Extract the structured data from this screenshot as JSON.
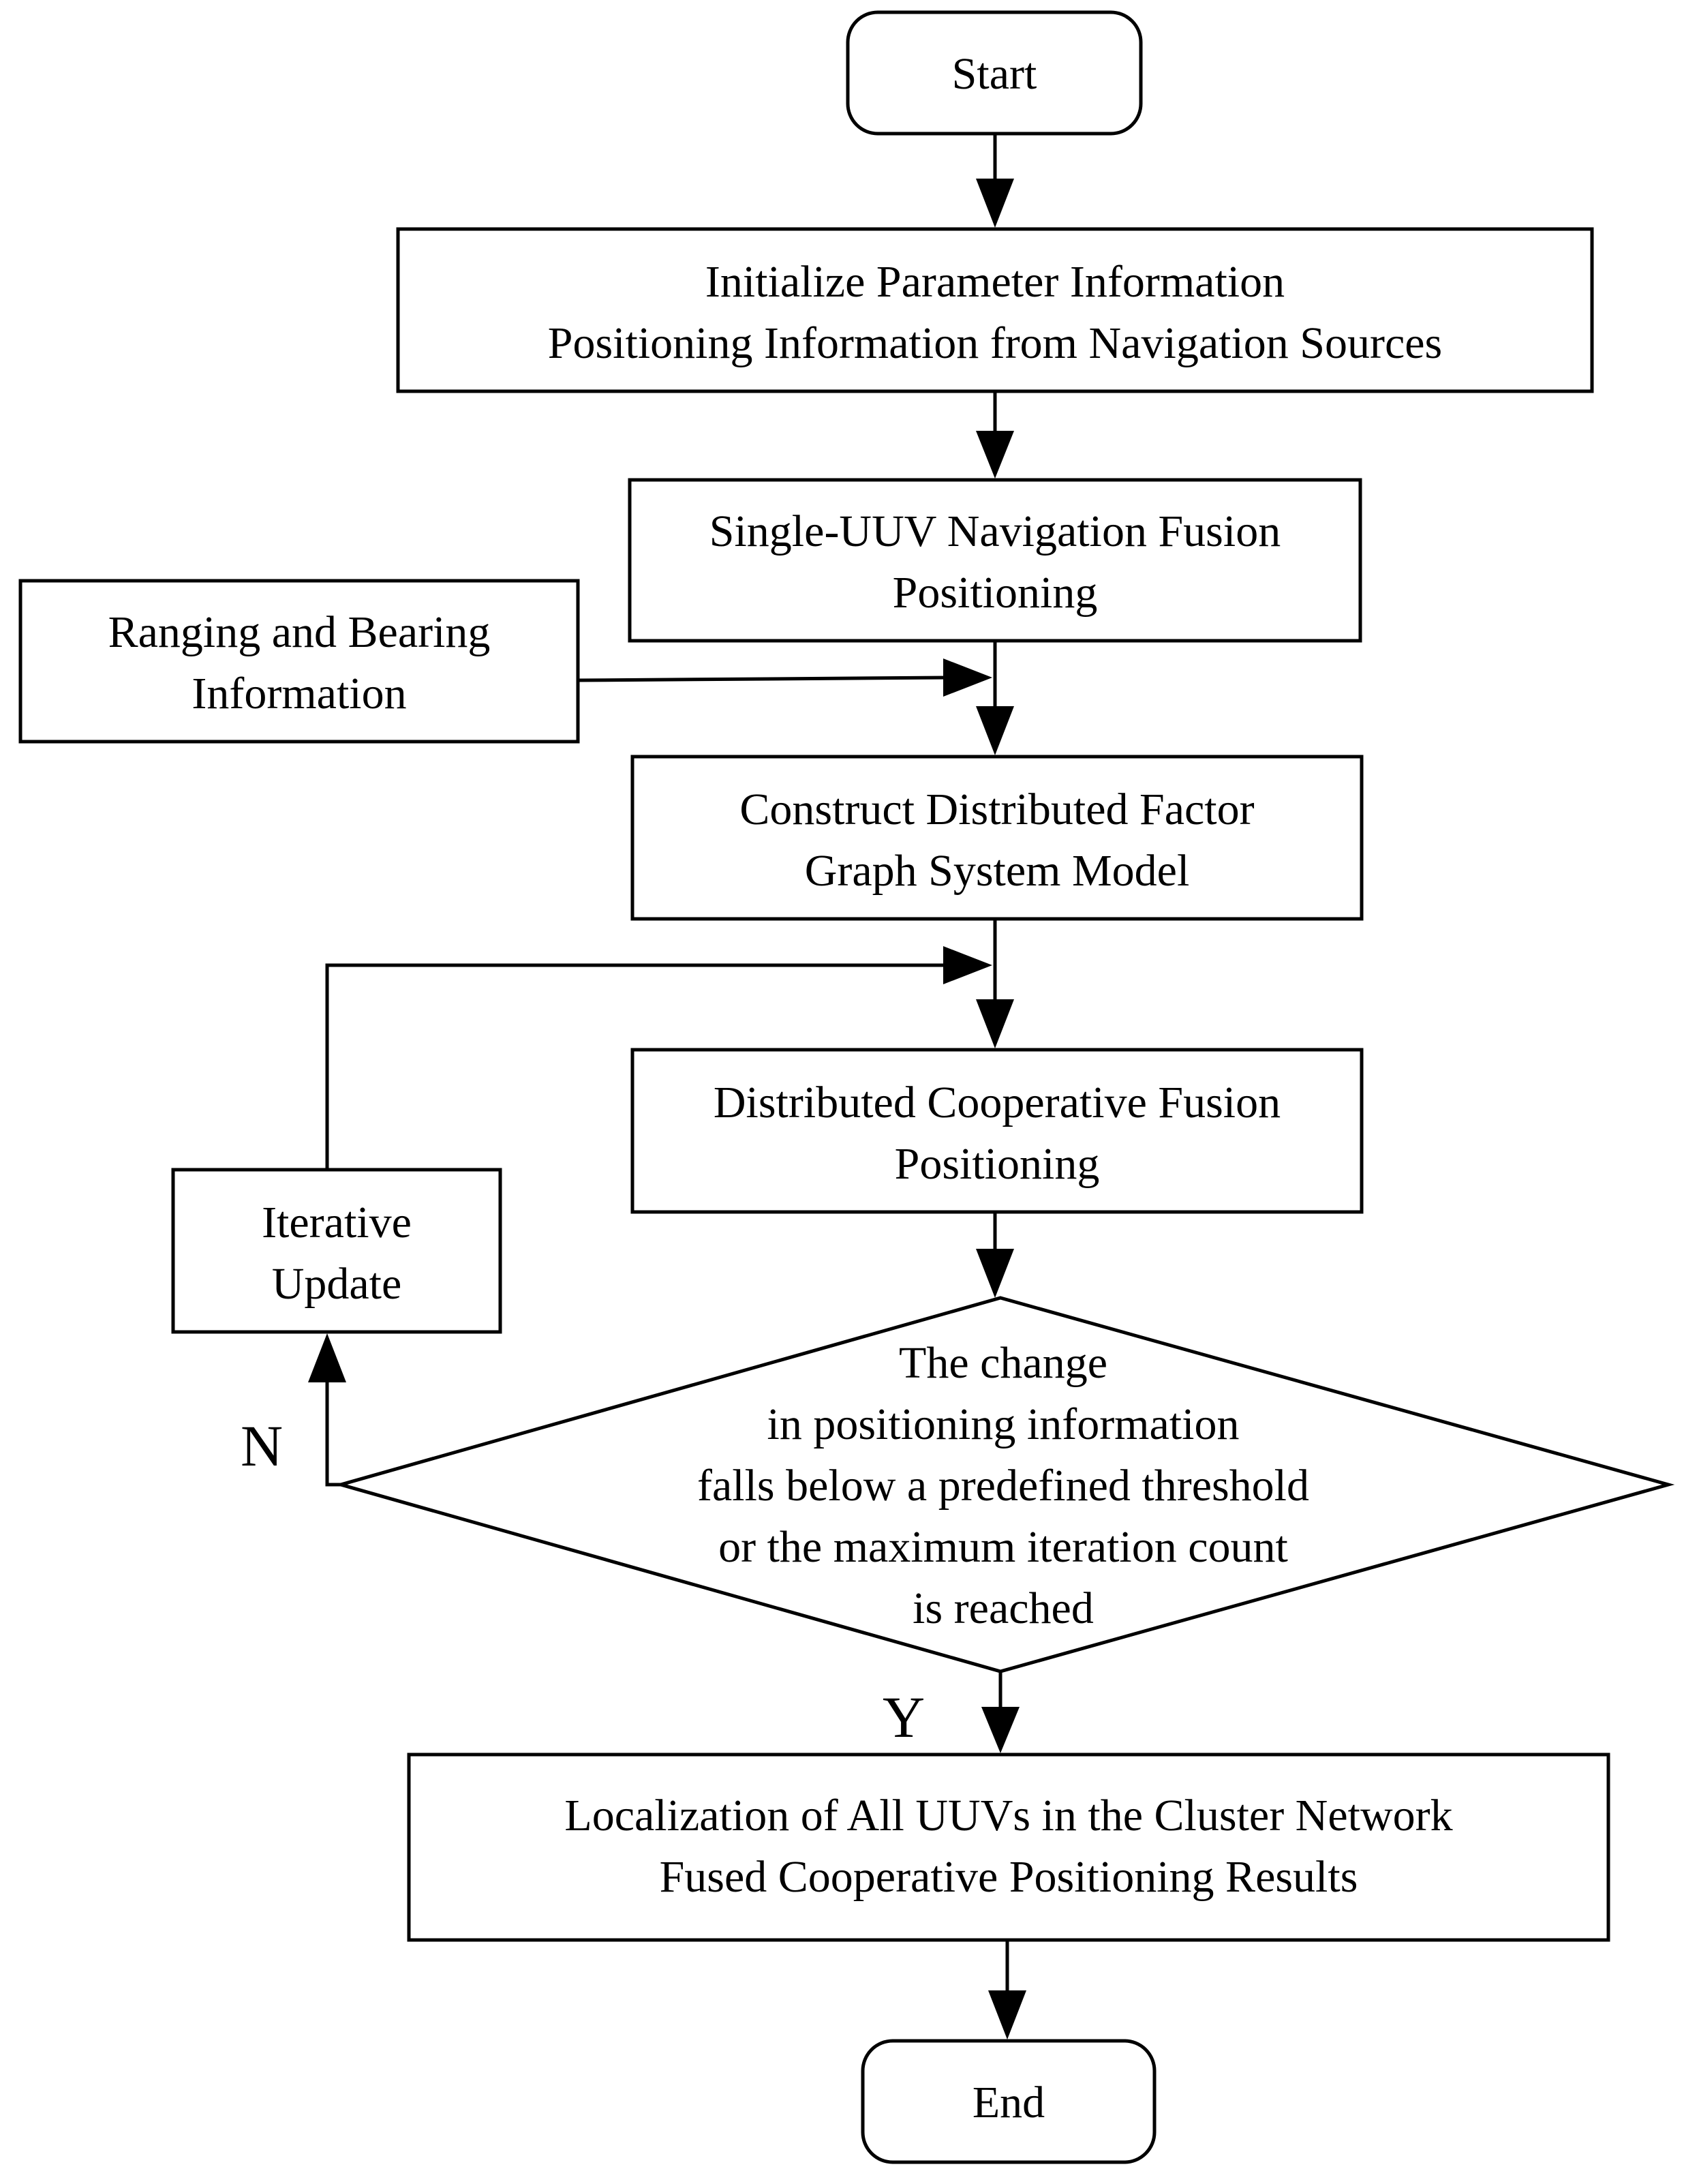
{
  "flowchart": {
    "start": {
      "label": "Start"
    },
    "init": {
      "line1": "Initialize Parameter Information",
      "line2": "Positioning Information from Navigation Sources"
    },
    "single_uuv": {
      "line1": "Single-UUV Navigation Fusion",
      "line2": "Positioning"
    },
    "ranging": {
      "line1": "Ranging and Bearing",
      "line2": "Information"
    },
    "construct": {
      "line1": "Construct Distributed Factor",
      "line2": "Graph System Model"
    },
    "cooperative": {
      "line1": "Distributed Cooperative Fusion",
      "line2": "Positioning"
    },
    "iterative": {
      "line1": "Iterative",
      "line2": "Update"
    },
    "decision": {
      "line1": "The change",
      "line2": "in positioning information",
      "line3": "falls below a predefined threshold",
      "line4": "or the maximum iteration count",
      "line5": "is reached"
    },
    "branch_no": "N",
    "branch_yes": "Y",
    "result": {
      "line1": "Localization of All UUVs in the Cluster Network",
      "line2": "Fused Cooperative Positioning Results"
    },
    "end": {
      "label": "End"
    }
  }
}
